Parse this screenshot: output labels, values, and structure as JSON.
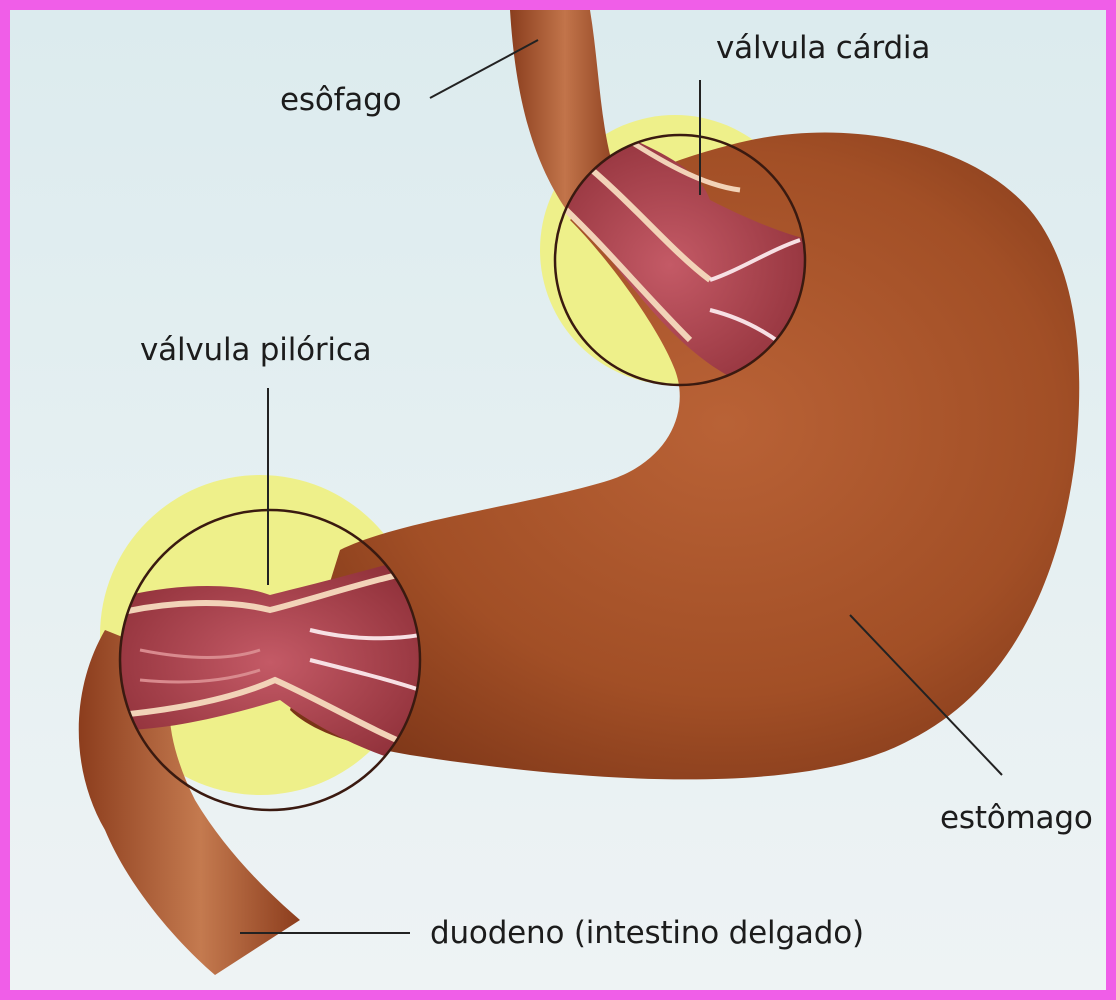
{
  "diagram": {
    "labels": {
      "esofago": "esôfago",
      "valvula_cardia": "válvula cárdia",
      "valvula_pilorica": "válvula pilórica",
      "estomago": "estômago",
      "duodeno": "duodeno (intestino delgado)"
    },
    "colors": {
      "frame": "#f05ee8",
      "background": "#e4eff1",
      "stomach": "#b35a2a",
      "highlight": "#eef08a",
      "tissue": "#a8424a",
      "leader": "#222222"
    }
  }
}
